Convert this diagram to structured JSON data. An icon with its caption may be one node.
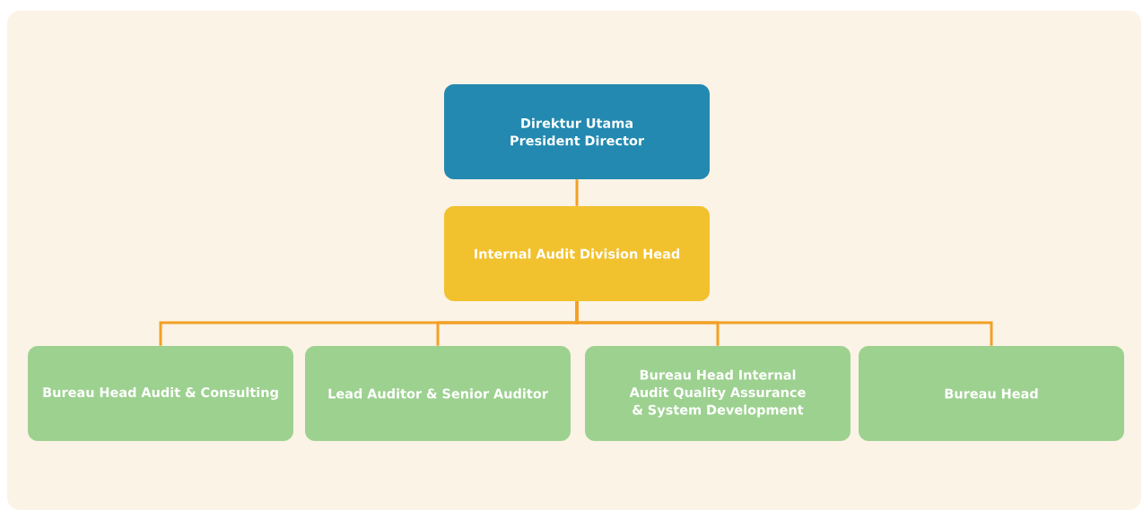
{
  "diagram": {
    "nodes": [
      {
        "text": [
          "Direktur Utama",
          "President Director"
        ]
      },
      {
        "text": [
          "Internal Audit Division Head"
        ]
      },
      {
        "text": [
          "Bureau Head Audit & Consulting"
        ]
      },
      {
        "text": [
          "Lead Auditor & Senior Auditor"
        ]
      },
      {
        "text": [
          "Bureau Head Internal Audit Quality Assurance & System Development"
        ]
      },
      {
        "text": [
          "Bureau Head"
        ]
      }
    ],
    "edges": [
      {
        "from": 0,
        "to": 1,
        "arrow": "none"
      },
      {
        "from": 1,
        "to": 2,
        "arrow": "none"
      },
      {
        "from": 1,
        "to": 3,
        "arrow": "none"
      },
      {
        "from": 1,
        "to": 4,
        "arrow": "none"
      },
      {
        "from": 1,
        "to": 5,
        "arrow": "none"
      }
    ]
  }
}
